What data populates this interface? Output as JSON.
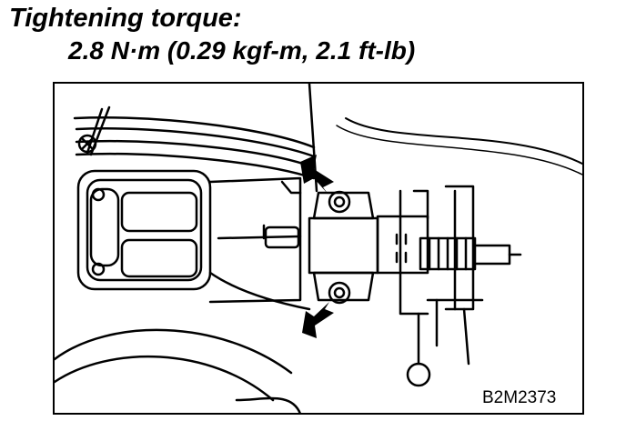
{
  "heading": "Tightening torque:",
  "torque_value": "2.8 N·m (0.29 kgf-m, 2.1 ft-lb)",
  "figure_code": "B2M2373"
}
